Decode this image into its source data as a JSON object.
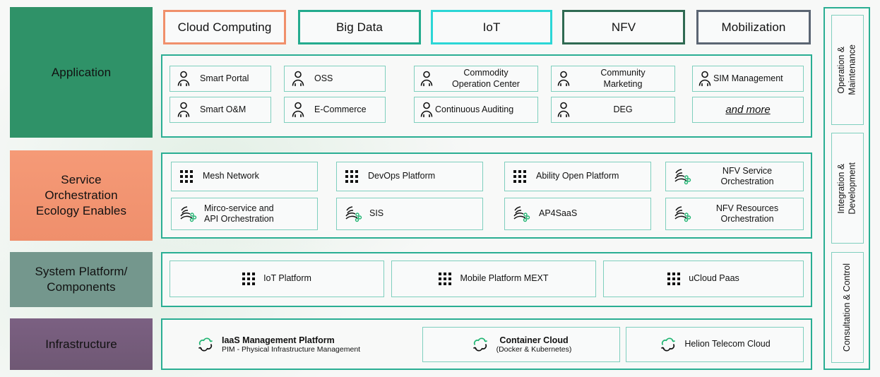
{
  "layers": [
    {
      "id": "application",
      "label": "Application",
      "color": "#2f9268"
    },
    {
      "id": "service-orchestration",
      "label": "Service\nOrchestration\nEcology Enables",
      "color": "#ef8f6c"
    },
    {
      "id": "system-platform",
      "label": "System Platform/\nComponents",
      "color": "#74978d"
    },
    {
      "id": "infrastructure",
      "label": "Infrastructure",
      "color": "#6f5874"
    }
  ],
  "categories": [
    {
      "label": "Cloud Computing",
      "color": "#f0906b"
    },
    {
      "label": "Big Data",
      "color": "#23ab8e"
    },
    {
      "label": "IoT",
      "color": "#2bd6d6"
    },
    {
      "label": "NFV",
      "color": "#2f6a52"
    },
    {
      "label": "Mobilization",
      "color": "#5b6573"
    }
  ],
  "application_items": [
    {
      "label": "Smart Portal",
      "icon": "person-icon"
    },
    {
      "label": "OSS",
      "icon": "person-icon"
    },
    {
      "label": "Commodity\nOperation Center",
      "icon": "person-icon"
    },
    {
      "label": "Community\nMarketing",
      "icon": "person-icon"
    },
    {
      "label": "SIM Management",
      "icon": "person-icon"
    },
    {
      "label": "Smart O&M",
      "icon": "person-icon"
    },
    {
      "label": "E-Commerce",
      "icon": "person-icon"
    },
    {
      "label": "Continuous Auditing",
      "icon": "person-icon"
    },
    {
      "label": "DEG",
      "icon": "person-icon"
    },
    {
      "label": "and more",
      "icon": "none"
    }
  ],
  "service_items": [
    {
      "label": "Mesh Network",
      "icon": "grid-dots-icon"
    },
    {
      "label": "DevOps Platform",
      "icon": "grid-dots-icon"
    },
    {
      "label": "Ability Open Platform",
      "icon": "grid-dots-icon"
    },
    {
      "label": "NFV Service\nOrchestration",
      "icon": "orchestration-icon"
    },
    {
      "label": "Mirco-service and\nAPI Orchestration",
      "icon": "orchestration-icon"
    },
    {
      "label": "SIS",
      "icon": "orchestration-icon"
    },
    {
      "label": "AP4SaaS",
      "icon": "orchestration-icon"
    },
    {
      "label": "NFV Resources\nOrchestration",
      "icon": "orchestration-icon"
    }
  ],
  "system_items": [
    {
      "label": "IoT Platform",
      "icon": "grid-dots-icon"
    },
    {
      "label": "Mobile Platform MEXT",
      "icon": "grid-dots-icon"
    },
    {
      "label": "uCloud Paas",
      "icon": "grid-dots-icon"
    }
  ],
  "infrastructure_items": [
    {
      "title": "IaaS Management Platform",
      "subtitle": "PIM - Physical Infrastructure Management",
      "icon": "cloud-icon",
      "boxed": false
    },
    {
      "title": "Container Cloud",
      "subtitle": "(Docker & Kubernetes)",
      "icon": "cloud-icon",
      "boxed": true
    },
    {
      "title": "Helion Telecom Cloud",
      "subtitle": "",
      "icon": "cloud-icon",
      "boxed": true
    }
  ],
  "sidebar": [
    {
      "label": "Operation &\nMaintenance"
    },
    {
      "label": "Integration &\nDevelopment"
    },
    {
      "label": "Consultation & Control"
    }
  ],
  "theme": {
    "panel_border": "#2aae93",
    "tile_border": "#7fcfbe",
    "accent_green": "#22b573",
    "background": "#f7f8f7"
  }
}
